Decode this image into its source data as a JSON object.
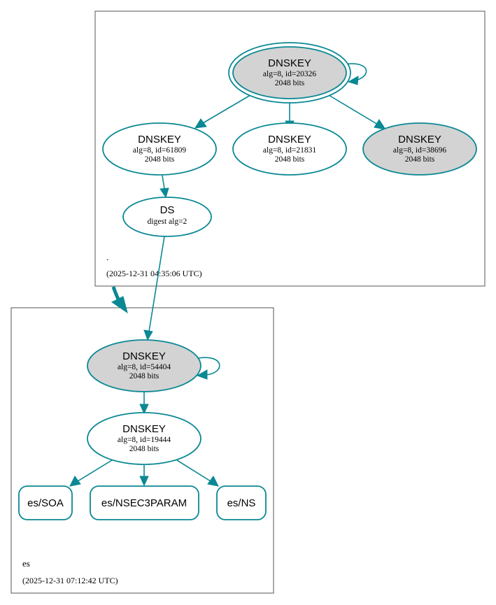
{
  "colors": {
    "edge": "#0a8894",
    "gray_fill": "#d3d3d3",
    "zone_border": "#555555"
  },
  "zones": {
    "root": {
      "name": ".",
      "timestamp": "(2025-12-31 04:35:06 UTC)"
    },
    "es": {
      "name": "es",
      "timestamp": "(2025-12-31 07:12:42 UTC)"
    }
  },
  "nodes": {
    "root_ksk": {
      "title": "DNSKEY",
      "line1": "alg=8, id=20326",
      "line2": "2048 bits"
    },
    "root_61809": {
      "title": "DNSKEY",
      "line1": "alg=8, id=61809",
      "line2": "2048 bits"
    },
    "root_21831": {
      "title": "DNSKEY",
      "line1": "alg=8, id=21831",
      "line2": "2048 bits"
    },
    "root_38696": {
      "title": "DNSKEY",
      "line1": "alg=8, id=38696",
      "line2": "2048 bits"
    },
    "ds": {
      "title": "DS",
      "line1": "digest alg=2"
    },
    "es_54404": {
      "title": "DNSKEY",
      "line1": "alg=8, id=54404",
      "line2": "2048 bits"
    },
    "es_19444": {
      "title": "DNSKEY",
      "line1": "alg=8, id=19444",
      "line2": "2048 bits"
    }
  },
  "records": {
    "soa": "es/SOA",
    "nsec3param": "es/NSEC3PARAM",
    "ns": "es/NS"
  }
}
